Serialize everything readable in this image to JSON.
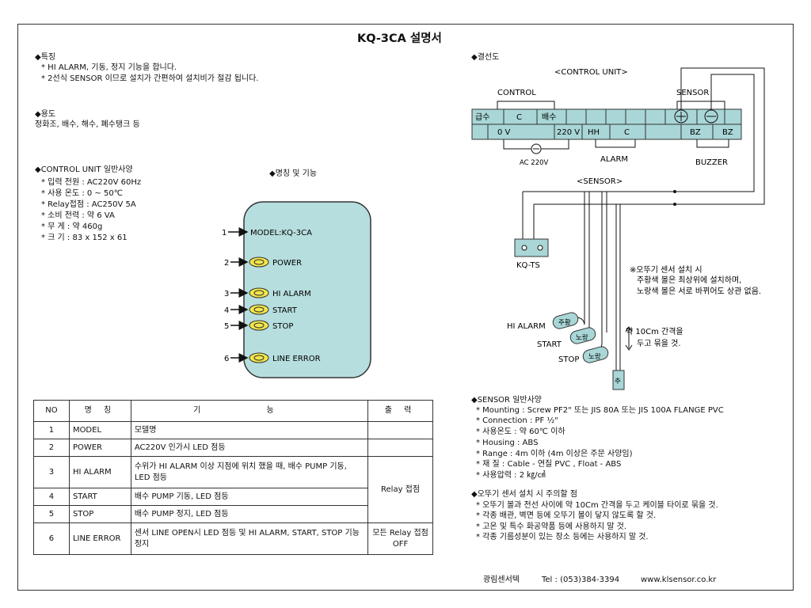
{
  "title": "KQ-3CA 설명서",
  "features": {
    "heading": "◆특징",
    "lines": [
      "* HI ALARM, 기동, 정지 기능을 합니다.",
      "* 2선식 SENSOR 이므로 설치가 간편하여 설치비가 절감 됩니다."
    ]
  },
  "usage": {
    "heading": "◆용도",
    "text": "정화조, 배수, 해수, 폐수탱크 등"
  },
  "control_spec": {
    "heading": "◆CONTROL UNIT 일반사양",
    "lines": [
      "* 입력  전원 : AC220V  60Hz",
      "* 사용 온도 : 0 ~ 50℃",
      "* Relay접점 : AC250V 5A",
      "* 소비  전력 : 약 6 VA",
      "* 무        게 : 약 460g",
      "* 크        기 : 83 x 152 x 61"
    ]
  },
  "panel": {
    "heading": "◆명칭 및 기능",
    "items": [
      {
        "num": "1",
        "label": "MODEL:KQ-3CA"
      },
      {
        "num": "2",
        "label": "POWER"
      },
      {
        "num": "3",
        "label": "HI ALARM"
      },
      {
        "num": "4",
        "label": "START"
      },
      {
        "num": "5",
        "label": "STOP"
      },
      {
        "num": "6",
        "label": "LINE ERROR"
      }
    ]
  },
  "table": {
    "headers": [
      "NO",
      "명 칭",
      "기 능",
      "출 력"
    ],
    "rows": [
      {
        "no": "1",
        "name": "MODEL",
        "func": "모델명",
        "out": ""
      },
      {
        "no": "2",
        "name": "POWER",
        "func": "AC220V 인가시 LED 점등",
        "out": ""
      },
      {
        "no": "3",
        "name": "HI ALARM",
        "func": "수위가 HI ALARM 이상 지점에 위치 했을 때, 배수 PUMP 기동, LED 점등",
        "out": "Relay 접점"
      },
      {
        "no": "4",
        "name": "START",
        "func": "배수 PUMP 기동, LED 점등",
        "out": ""
      },
      {
        "no": "5",
        "name": "STOP",
        "func": "배수 PUMP 정지, LED 점등",
        "out": ""
      },
      {
        "no": "6",
        "name": "LINE ERROR",
        "func": "센서 LINE OPEN시 LED 점등 및 HI ALARM, START, STOP 기능 정지",
        "out": "모든 Relay 접점 OFF"
      }
    ]
  },
  "wiring": {
    "heading": "◆결선도",
    "control_unit": "<CONTROL UNIT>",
    "control": "CONTROL",
    "sensor_top": "SENSOR",
    "term_top": [
      "급수",
      "C",
      "배수"
    ],
    "term_bottom": [
      "0 V",
      "220 V",
      "HH",
      "C",
      "BZ",
      "BZ"
    ],
    "ac": "AC 220V",
    "alarm": "ALARM",
    "buzzer": "BUZZER",
    "sensor": "<SENSOR>",
    "kqts": "KQ-TS",
    "note1": "※오뚜기 센서 설치 시",
    "note2": "주황색 볼은 최상위에 설치하며,",
    "note3": "노랑색 볼은 서로 바뀌어도 상관 없음.",
    "hi_alarm": "HI ALARM",
    "start": "START",
    "stop": "STOP",
    "ball_orange": "주황",
    "ball_yellow": "노랑",
    "weight": "추",
    "gap1": "약 10Cm 간격을",
    "gap2": "두고 묶을 것."
  },
  "sensor_spec": {
    "heading": "◆SENSOR 일반사양",
    "lines": [
      "* Mounting : Screw PF2\" 또는 JIS 80A 또는 JIS 100A FLANGE PVC",
      "* Connection : PF ½\"",
      "* 사용온도 : 약 60℃ 이하",
      "* Housing : ABS",
      "* Range : 4m 이하 (4m 이상은 주문 사양임)",
      "* 재      질 : Cable - 연질 PVC , Float - ABS",
      "* 사용압력 : 2 ㎏/㎠"
    ]
  },
  "cautions": {
    "heading": "◆오뚜기 센서 설치 시 주의할 점",
    "lines": [
      "* 오뚜기 볼과 전선 사이에 약 10Cm 간격을 두고 케이블 타이로 묶을 것.",
      "* 각종 배관, 벽면 등에 오뚜기 볼이 닿지 않도록 할 것.",
      "* 고온 및 특수 화공약품 등에 사용하지 말 것.",
      "* 각종 기름성분이 있는 장소 등에는 사용하지 말 것."
    ]
  },
  "footer": {
    "company": "광림센서텍",
    "tel": "Tel : (053)384-3394",
    "web": "www.klsensor.co.kr"
  },
  "colors": {
    "panel": "#b7dede",
    "led": "#f2e64a",
    "terminal": "#a9d6d6",
    "border": "#333333"
  }
}
